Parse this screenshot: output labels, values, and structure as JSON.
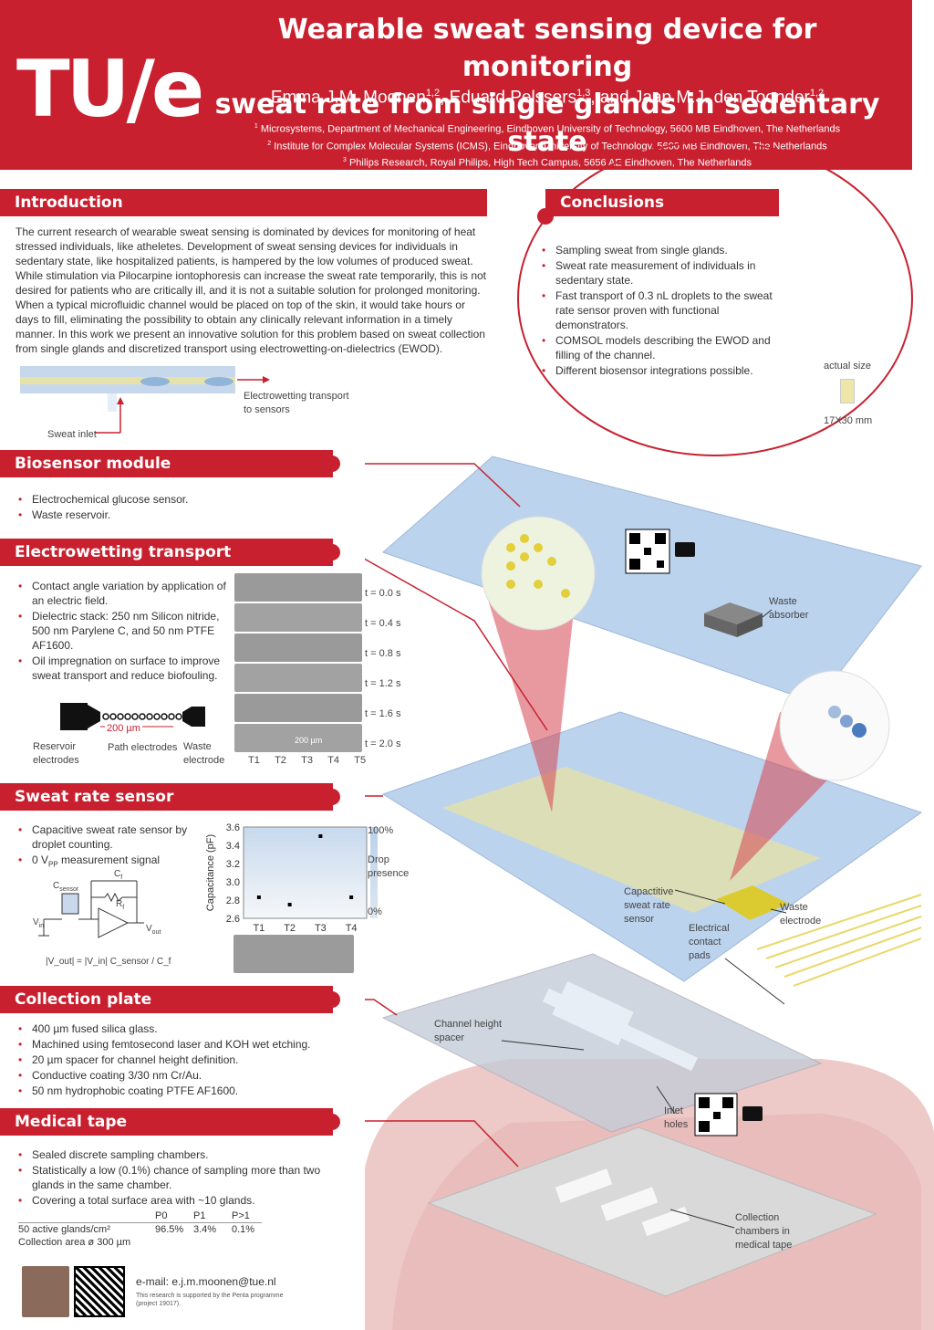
{
  "header": {
    "logo": "TU/e",
    "title_line1": "Wearable sweat sensing device for monitoring",
    "title_line2": "sweat rate from single glands in sedentary state",
    "author1": "Emma J.M. Moonen",
    "author1_sup": "1,2",
    "author2": "Eduard Pelssers",
    "author2_sup": "1,3",
    "author3": "Jaap M.J. den Toonder",
    "author3_sup": "1,2",
    "and": ", and ",
    "comma": ", ",
    "affil1": "Microsystems, Department of Mechanical Engineering, Eindhoven University of Technology, 5600 MB Eindhoven, The Netherlands",
    "affil2": "Institute for Complex Molecular Systems (ICMS), Eindhoven University of Technology, 5600 MB Eindhoven, The Netherlands",
    "affil3": "Philips Research, Royal Philips, High Tech Campus, 5656 AE Eindhoven, The Netherlands",
    "sup1": "1",
    "sup2": "2",
    "sup3": "3"
  },
  "introduction": {
    "heading": "Introduction",
    "body": "The current research of wearable sweat sensing is dominated by devices for monitoring of heat stressed individuals, like atheletes. Development of sweat sensing devices for individuals in sedentary state, like hospitalized patients, is hampered by the low volumes of produced sweat. While stimulation via Pilocarpine iontophoresis can increase the sweat rate temporarily, this is not desired for patients who are critically ill, and it is not a suitable solution for prolonged monitoring. When a typical microfluidic channel would be placed on top of the skin, it would take hours or days to fill, eliminating the possibility to obtain any clinically relevant information in a timely manner. In this work we present an innovative solution for this problem based on sweat collection from single glands and discretized transport using electrowetting-on-dielectrics (EWOD).",
    "fig_label1": "Electrowetting transport",
    "fig_label2": "to sensors",
    "fig_label3": "Sweat inlet"
  },
  "conclusions": {
    "heading": "Conclusions",
    "items": [
      "Sampling sweat from single glands.",
      "Sweat rate measurement of individuals in sedentary state.",
      "Fast transport of 0.3 nL droplets to the sweat rate sensor proven with functional demonstrators.",
      "COMSOL models describing the EWOD and filling of the channel.",
      "Different biosensor integrations possible."
    ],
    "actual_size": "actual size",
    "dims": "17X30 mm"
  },
  "biosensor": {
    "heading": "Biosensor module",
    "items": [
      "Electrochemical glucose sensor.",
      "Waste reservoir."
    ]
  },
  "electrowetting": {
    "heading": "Electrowetting transport",
    "items": [
      "Contact angle variation by application of an electric field.",
      "Dielectric stack: 250 nm Silicon nitride, 500 nm Parylene C, and 50 nm PTFE AF1600.",
      "Oil impregnation on surface to improve sweat transport and reduce biofouling."
    ],
    "scale": "200 µm",
    "label_reservoir1": "Reservoir",
    "label_reservoir2": "electrodes",
    "label_path": "Path electrodes",
    "label_waste1": "Waste",
    "label_waste2": "electrode",
    "times": [
      "t = 0.0 s",
      "t = 0.4 s",
      "t = 0.8 s",
      "t = 1.2 s",
      "t = 1.6 s",
      "t = 2.0 s"
    ],
    "t_labels": [
      "T1",
      "T2",
      "T3",
      "T4",
      "T5"
    ],
    "img_scale": "200 µm"
  },
  "sweat_rate": {
    "heading": "Sweat rate sensor",
    "item1": "Capacitive sweat rate sensor by droplet counting.",
    "item2_pre": "0 V",
    "item2_sub": "PP",
    "item2_post": " measurement signal",
    "circuit_csensor": "C",
    "circuit_csensor_sub": "sensor",
    "circuit_cf": "C",
    "circuit_cf_sub": "f",
    "circuit_rf": "R",
    "circuit_rf_sub": "f",
    "circuit_vin": "V",
    "circuit_vin_sub": "in",
    "circuit_vout": "V",
    "circuit_vout_sub": "out",
    "formula": "|V_out| = |V_in| C_sensor / C_f"
  },
  "chart_data": {
    "type": "scatter",
    "categories": [
      "T1",
      "T2",
      "T3",
      "T4"
    ],
    "values": [
      2.83,
      2.75,
      3.5,
      2.83
    ],
    "xlabel": "",
    "ylabel": "Capacitance (pF)",
    "ylim": [
      2.6,
      3.6
    ],
    "yticks": [
      "2.6",
      "2.8",
      "3.0",
      "3.2",
      "3.4",
      "3.6"
    ],
    "colorbar_top": "100%",
    "colorbar_label1": "Drop",
    "colorbar_label2": "presence",
    "colorbar_bottom": "0%"
  },
  "collection": {
    "heading": "Collection plate",
    "items": [
      "400 µm fused silica glass.",
      "Machined using femtosecond laser and KOH wet etching.",
      "20 µm spacer for channel height definition.",
      "Conductive coating 3/30 nm Cr/Au.",
      "50 nm hydrophobic coating PTFE AF1600."
    ]
  },
  "medical_tape": {
    "heading": "Medical tape",
    "items": [
      "Sealed discrete sampling chambers.",
      "Statistically a low (0.1%) chance of sampling more than two glands in the same chamber.",
      "Covering a total surface area with ~10 glands."
    ],
    "table_head": [
      "P0",
      "P1",
      "P>1"
    ],
    "row_label1": "50 active glands/cm²",
    "row_label2": "Collection area ø 300 µm",
    "row_values": [
      "96.5%",
      "3.4%",
      "0.1%"
    ]
  },
  "footer": {
    "email": "e-mail: e.j.m.moonen@tue.nl",
    "support1": "This research is supported by the Penta programme",
    "support2": "(project 19017)."
  },
  "illustration": {
    "waste_absorber1": "Waste",
    "waste_absorber2": "absorber",
    "cap_sensor1": "Capactitive",
    "cap_sensor2": "sweat rate",
    "cap_sensor3": "sensor",
    "waste_electrode1": "Waste",
    "waste_electrode2": "electrode",
    "contact1": "Electrical",
    "contact2": "contact",
    "contact3": "pads",
    "spacer1": "Channel height",
    "spacer2": "spacer",
    "inlet1": "Inlet",
    "inlet2": "holes",
    "chambers1": "Collection",
    "chambers2": "chambers in",
    "chambers3": "medical tape"
  },
  "colors": {
    "accent": "#c8202f",
    "plate": "#bcd3ee",
    "electrode": "#e8d86a"
  }
}
